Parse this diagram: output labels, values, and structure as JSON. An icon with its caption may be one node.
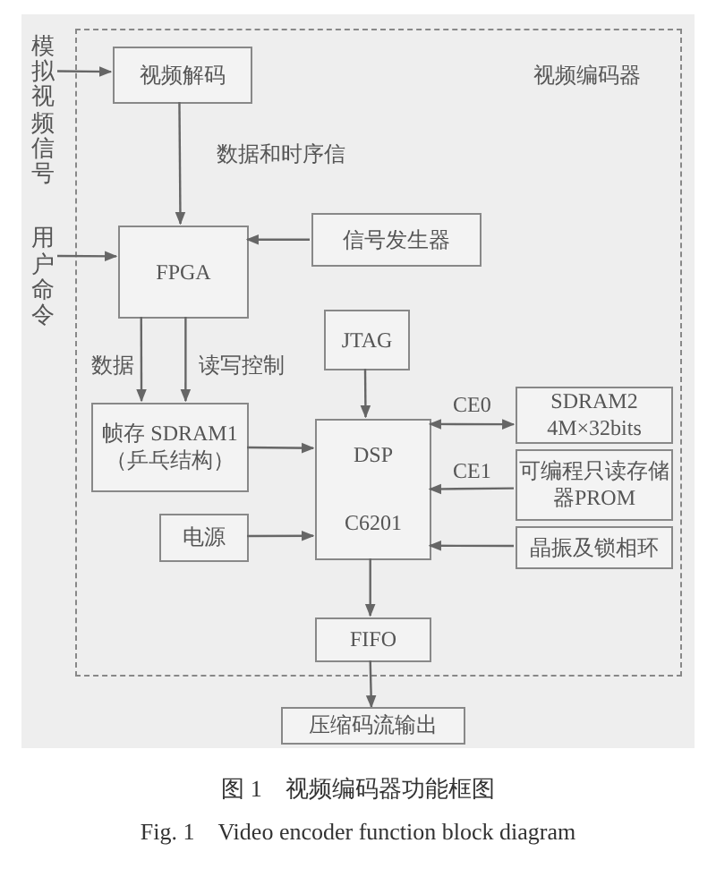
{
  "diagram": {
    "caption": "图 1　视频编码器功能框图",
    "nodes": [
      {
        "text": [
          "视频编码器"
        ]
      },
      {
        "text": [
          "视频解码"
        ],
        "in": 0
      },
      {
        "text": [
          "FPGA"
        ],
        "in": 0
      },
      {
        "text": [
          "信号发生器"
        ],
        "in": 0
      },
      {
        "text": [
          "JTAG"
        ],
        "in": 0
      },
      {
        "text": [
          "帧存 SDRAM1 （乒乓结构）"
        ],
        "in": 0
      },
      {
        "text": [
          "DSP",
          "C6201"
        ],
        "in": 0
      },
      {
        "text": [
          "SDRAM2 4M×32bits"
        ],
        "in": 0
      },
      {
        "text": [
          "可编程只读存储器PROM"
        ],
        "in": 0
      },
      {
        "text": [
          "晶振及锁相环"
        ],
        "in": 0
      },
      {
        "text": [
          "电源"
        ],
        "in": 0
      },
      {
        "text": [
          "FIFO"
        ],
        "in": 0
      },
      {
        "text": [
          "压缩码流输出"
        ]
      },
      {
        "text": [
          "模拟视频信号"
        ]
      },
      {
        "text": [
          "用户命令"
        ]
      }
    ],
    "edges": [
      {
        "from": 13,
        "to": 1,
        "arrow": "to"
      },
      {
        "from": 1,
        "to": 2,
        "arrow": "to",
        "label": "数据和时序信"
      },
      {
        "from": 3,
        "to": 2,
        "arrow": "to"
      },
      {
        "from": 14,
        "to": 2,
        "arrow": "to"
      },
      {
        "from": 2,
        "to": 5,
        "arrow": "to",
        "label": "数据"
      },
      {
        "from": 2,
        "to": 5,
        "arrow": "to",
        "label": "读写控制"
      },
      {
        "from": 4,
        "to": 6,
        "arrow": "to"
      },
      {
        "from": 5,
        "to": 6,
        "arrow": "to"
      },
      {
        "from": 6,
        "to": 7,
        "arrow": "both",
        "label": "CE0"
      },
      {
        "from": 8,
        "to": 6,
        "arrow": "to",
        "label": "CE1"
      },
      {
        "from": 9,
        "to": 6,
        "arrow": "to"
      },
      {
        "from": 10,
        "to": 6,
        "arrow": "to"
      },
      {
        "from": 6,
        "to": 11,
        "arrow": "to"
      },
      {
        "from": 11,
        "to": 12,
        "arrow": "to"
      }
    ],
    "labels": [
      "Fig. 1　Video encoder function block diagram"
    ]
  }
}
